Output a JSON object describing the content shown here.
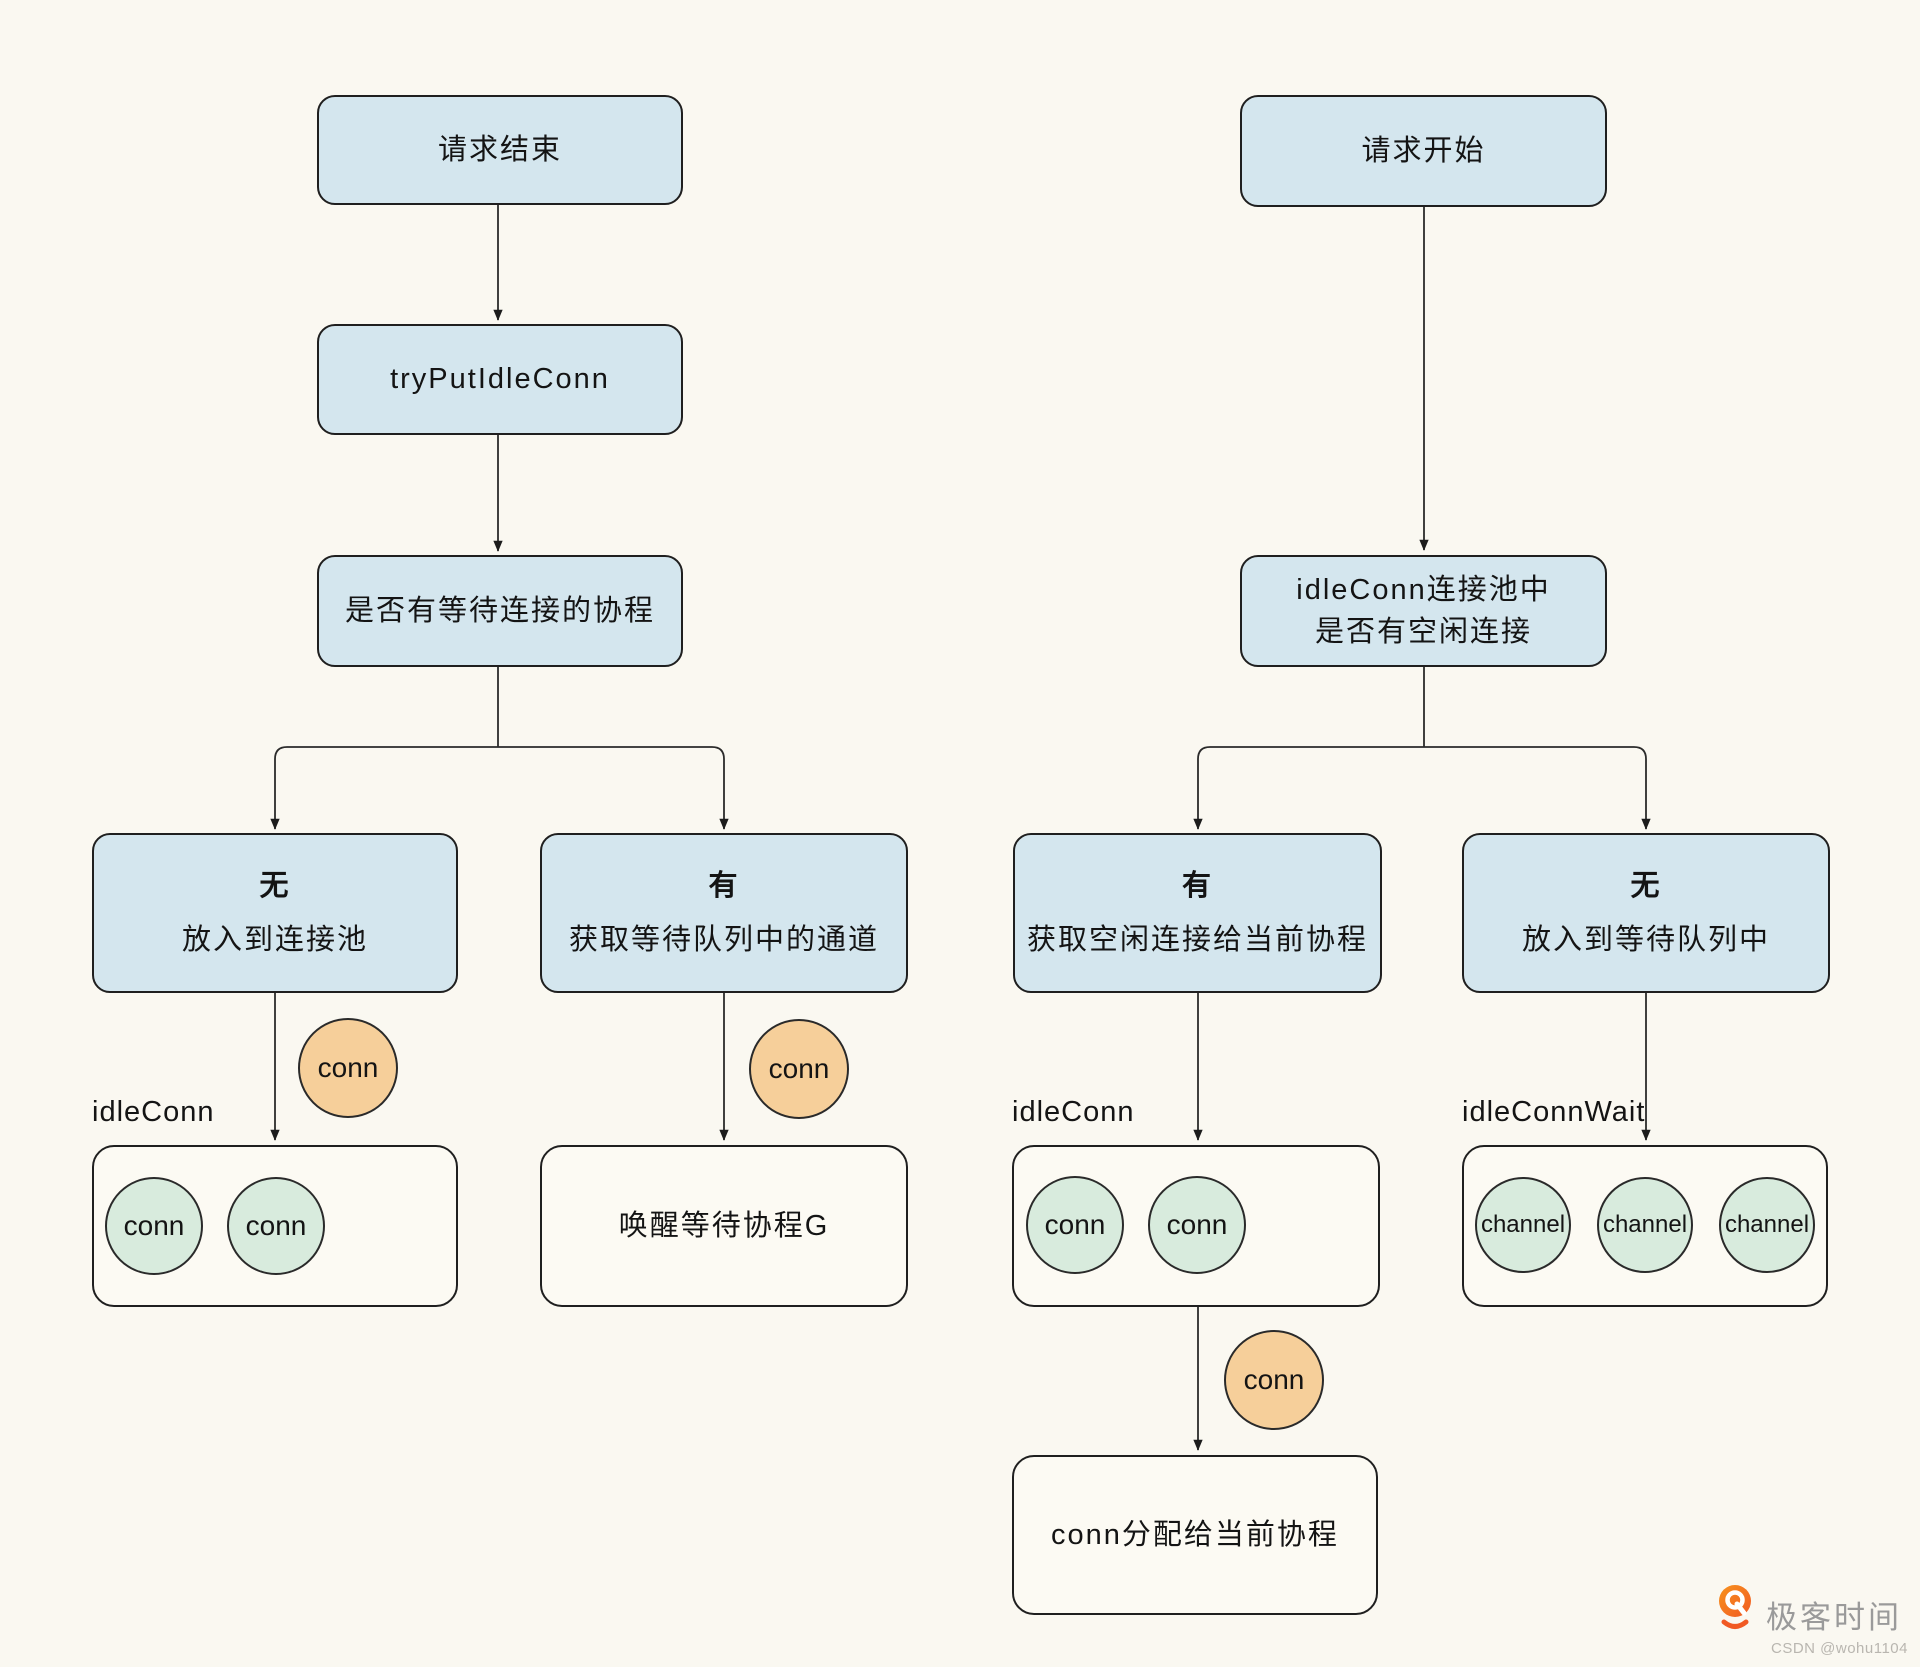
{
  "colors": {
    "background": "#FAF8F1",
    "box_blue": "#D4E6EE",
    "box_plain": "#FCFAF3",
    "circle_green": "#D8EBDD",
    "circle_orange": "#F6CF9A",
    "border": "#1F1F1F",
    "line": "#2B2B2B",
    "text": "#141414",
    "logo_orange": "#F15A24",
    "logo_text_gray": "#9A9A9A",
    "watermark_gray": "#B9B6B0"
  },
  "left_flow": {
    "request_end": "请求结束",
    "try_put_idle_conn": "tryPutIdleConn",
    "wait_goroutine_question": "是否有等待连接的协程",
    "branch_no": {
      "title": "无",
      "desc": "放入到连接池"
    },
    "branch_yes": {
      "title": "有",
      "desc": "获取等待队列中的通道"
    },
    "conn_token": "conn",
    "idle_conn_label": "idleConn",
    "pool_items": [
      "conn",
      "conn"
    ],
    "conn_token_right": "conn",
    "wake_box": "唤醒等待协程G"
  },
  "right_flow": {
    "request_start": "请求开始",
    "pool_question_line1": "idleConn连接池中",
    "pool_question_line2": "是否有空闲连接",
    "branch_yes": {
      "title": "有",
      "desc": "获取空闲连接给当前协程"
    },
    "branch_no": {
      "title": "无",
      "desc": "放入到等待队列中"
    },
    "idle_conn_label": "idleConn",
    "pool_items": [
      "conn",
      "conn"
    ],
    "idle_conn_wait_label": "idleConnWait",
    "wait_items": [
      "channel",
      "channel",
      "channel"
    ],
    "conn_token": "conn",
    "assign_box": "conn分配给当前协程"
  },
  "footer": {
    "logo_text": "极客时间",
    "watermark": "CSDN @wohu1104"
  }
}
